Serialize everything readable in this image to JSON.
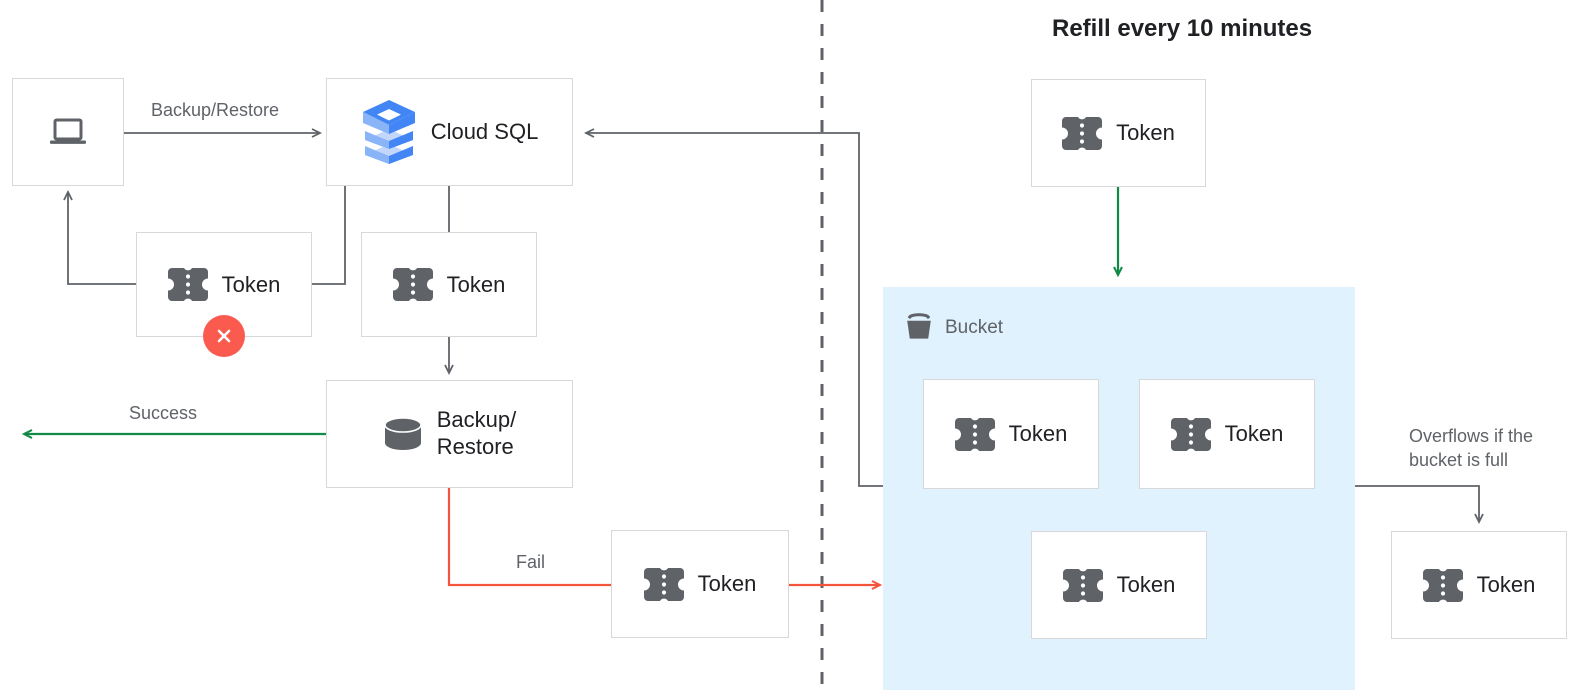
{
  "title": {
    "text": "Refill every 10 minutes"
  },
  "colors": {
    "background": "#ffffff",
    "box_border": "#d8d8d8",
    "bucket_fill": "#dff2fd",
    "arrow_gray": "#5f6368",
    "arrow_green": "#108a44",
    "arrow_red": "#f4543c",
    "error_badge": "#fb5b4f",
    "icon_gray": "#5f6368",
    "label_gray": "#5f6368",
    "text_dark": "#202124",
    "cloudsql_blue_dark": "#4285f4",
    "cloudsql_blue_mid": "#8ab4f8",
    "cloudsql_blue_light": "#c2d7fb"
  },
  "nodes": {
    "client": {
      "icon": "laptop-icon",
      "label": ""
    },
    "cloud_sql": {
      "icon": "cloud-sql-icon",
      "label": "Cloud SQL"
    },
    "token_client": {
      "icon": "token-icon",
      "label": "Token",
      "badge": "error-x-badge"
    },
    "token_cloudsql": {
      "icon": "token-icon",
      "label": "Token"
    },
    "backup_restore": {
      "icon": "database-icon",
      "label": "Backup/\nRestore"
    },
    "token_fail": {
      "icon": "token-icon",
      "label": "Token"
    },
    "token_refill": {
      "icon": "token-icon",
      "label": "Token"
    },
    "token_bucket_1": {
      "icon": "token-icon",
      "label": "Token"
    },
    "token_bucket_2": {
      "icon": "token-icon",
      "label": "Token"
    },
    "token_bucket_3": {
      "icon": "token-icon",
      "label": "Token"
    },
    "token_overflow": {
      "icon": "token-icon",
      "label": "Token"
    }
  },
  "bucket": {
    "icon": "bucket-icon",
    "label": "Bucket"
  },
  "edges": {
    "backup_restore_label": "Backup/Restore",
    "success_label": "Success",
    "fail_label": "Fail",
    "overflow_label": "Overflows if the\nbucket is full"
  }
}
